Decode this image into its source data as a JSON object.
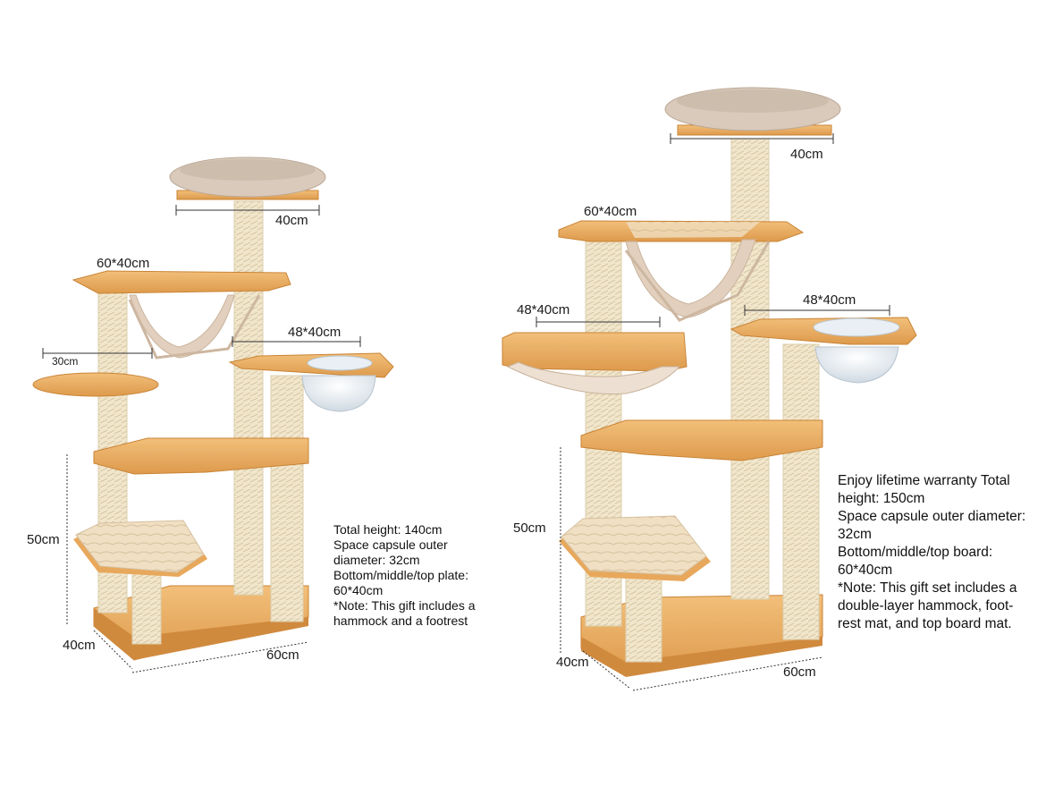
{
  "left_tree": {
    "dims": {
      "top_bed": "40cm",
      "upper_board": "60*40cm",
      "round_board": "30cm",
      "capsule_board": "48*40cm",
      "height": "50cm",
      "depth": "40cm",
      "width": "60cm"
    },
    "notes": [
      "Total height: 140cm",
      "Space capsule outer",
      "diameter: 32cm",
      "Bottom/middle/top plate:",
      "60*40cm",
      "*Note: This gift includes a",
      "hammock and a footrest"
    ]
  },
  "right_tree": {
    "dims": {
      "top_bed": "40cm",
      "upper_board": "60*40cm",
      "hammock_board": "48*40cm",
      "capsule_board": "48*40cm",
      "height": "50cm",
      "depth": "40cm",
      "width": "60cm"
    },
    "notes": [
      "Enjoy lifetime warranty Total",
      "height: 150cm",
      "Space capsule outer diameter:",
      "32cm",
      "Bottom/middle/top board:",
      "60*40cm",
      "*Note: This gift set includes a",
      "double-layer hammock, foot-",
      "rest mat, and top board mat."
    ]
  },
  "colors": {
    "wood": "#e8a85c",
    "wood_edge": "#c98436",
    "sisal": "#f1e6cc",
    "fabric": "#d9cabb",
    "cushion": "#f0dfc2",
    "capsule": "#e6eef4"
  }
}
